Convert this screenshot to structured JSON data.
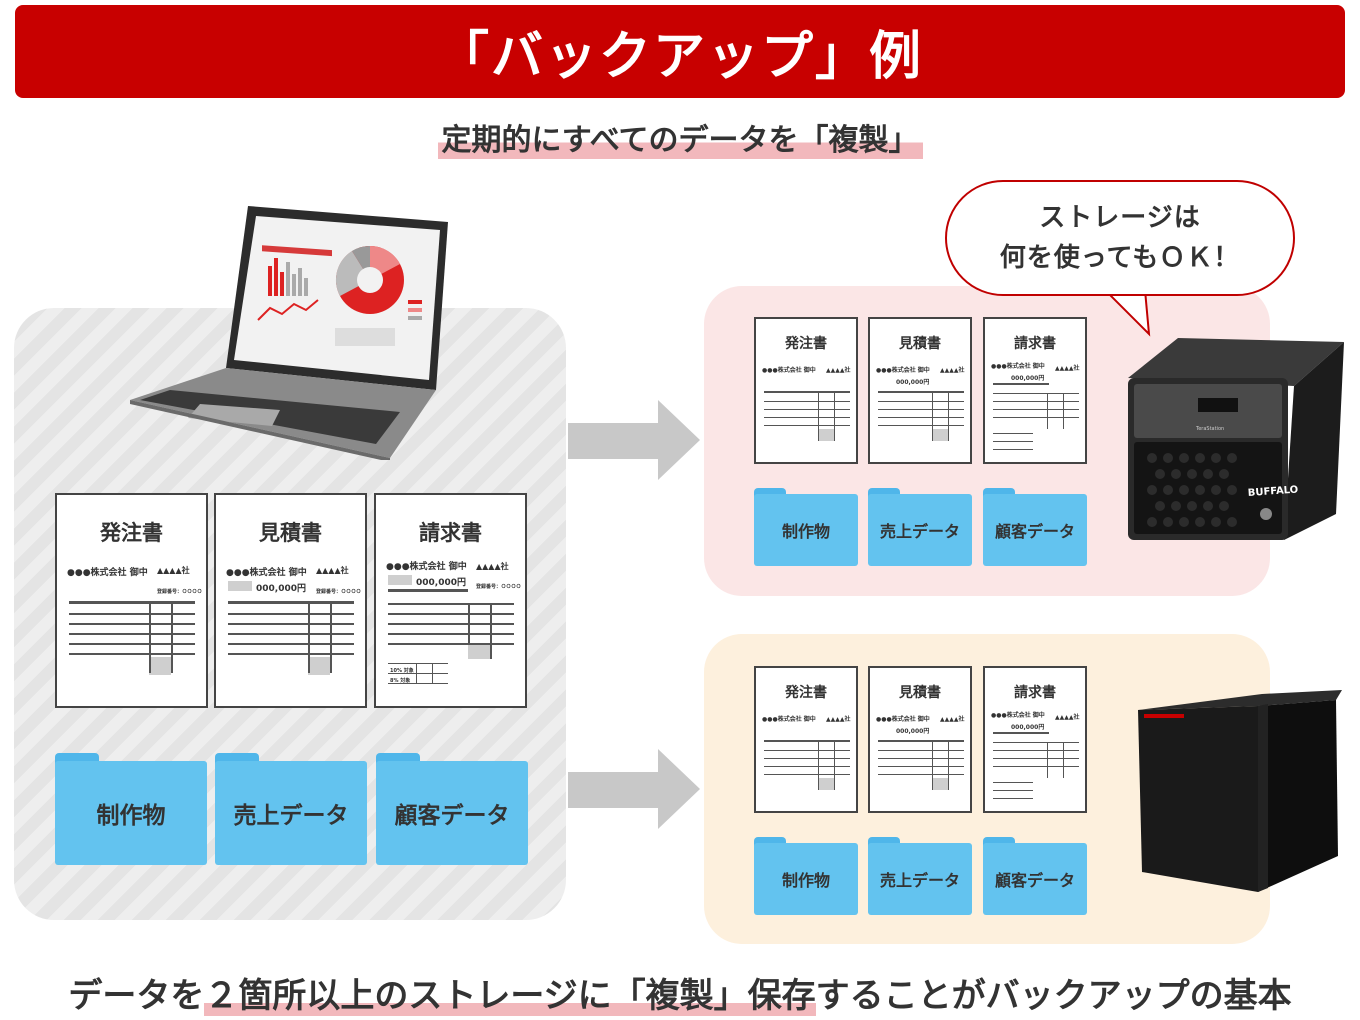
{
  "title": "「バックアップ」例",
  "subtitle": "定期的にすべてのデータを「複製」",
  "bubble": {
    "line1": "ストレージは",
    "line2": "何を使ってもＯＫ！"
  },
  "documents": [
    {
      "title": "発注書",
      "company": "●●●株式会社 御中",
      "sender": "▲▲▲▲社",
      "reg": "登録番号：ＯＯＯＯ"
    },
    {
      "title": "見積書",
      "company": "●●●株式会社 御中",
      "sender": "▲▲▲▲社",
      "amount": "000,000円",
      "reg": "登録番号：ＯＯＯＯ"
    },
    {
      "title": "請求書",
      "company": "●●●株式会社 御中",
      "sender": "▲▲▲▲社",
      "amount": "000,000円",
      "reg": "登録番号：ＯＯＯＯ",
      "tax1": "10% 対象",
      "tax2": "8% 対象"
    }
  ],
  "folders": [
    "制作物",
    "売上データ",
    "顧客データ"
  ],
  "nas_brand": "BUFFALO",
  "nas_model": "TeraStation",
  "caption": {
    "pre": "データを",
    "hl1": "２箇所以上のストレージに「複製」保存",
    "post": "することがバックアップの基本"
  },
  "colors": {
    "accent": "#c80000",
    "folder": "#63c3ef",
    "highlight": "#f2b8bc",
    "pink_panel": "#fbe6e6",
    "beige_panel": "#fdf0dd"
  }
}
